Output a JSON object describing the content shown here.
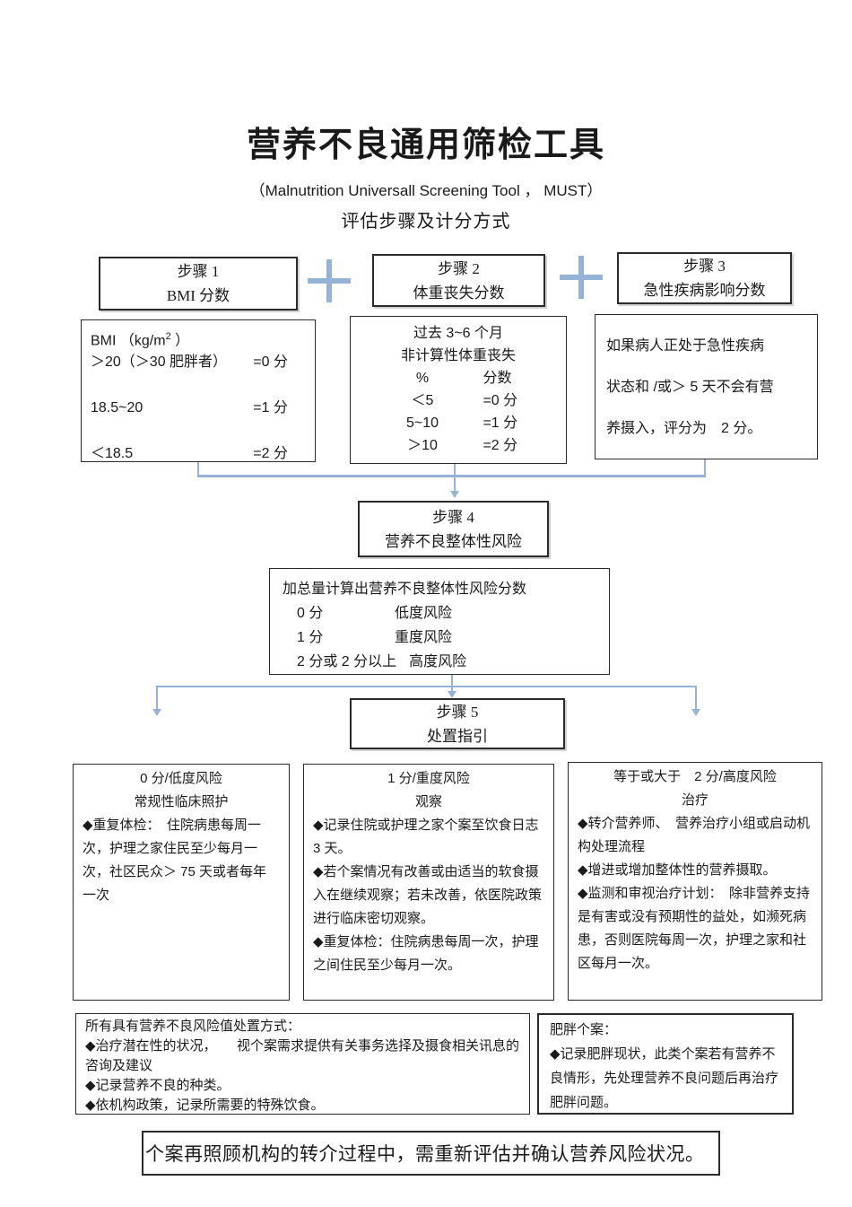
{
  "colors": {
    "connector": "#95b3d7",
    "border": "#2b2b2b",
    "text": "#1a1a1a",
    "background": "#ffffff"
  },
  "header": {
    "title": "营养不良通用筛检工具",
    "subtitle_en": "（Malnutrition Universall Screening Tool ， MUST）",
    "subtitle_zh": "评估步骤及计分方式"
  },
  "step_boxes": {
    "step1": {
      "line1": "步骤 1",
      "line2": "BMI 分数"
    },
    "step2": {
      "line1": "步骤 2",
      "line2": "体重丧失分数"
    },
    "step3": {
      "line1": "步骤 3",
      "line2": "急性疾病影响分数"
    },
    "step4": {
      "line1": "步骤 4",
      "line2": "营养不良整体性风险"
    },
    "step5": {
      "line1": "步骤 5",
      "line2": "处置指引"
    }
  },
  "plus_icon": {
    "glyph": "+"
  },
  "bmi_box": {
    "label_pre": "BMI （kg/m",
    "label_sup": "2",
    "label_post": " ）",
    "rows": [
      {
        "range": "＞20（＞30 肥胖者）",
        "score": "=0 分"
      },
      {
        "range": "18.5~20",
        "score": "=1 分"
      },
      {
        "range": "＜18.5",
        "score": "=2 分"
      }
    ]
  },
  "weight_box": {
    "line1": "过去 3~6 个月",
    "line2": "非计算性体重丧失",
    "head": {
      "col1": "%",
      "col2": "分数"
    },
    "rows": [
      {
        "range": "＜5",
        "score": "=0 分"
      },
      {
        "range": "5~10",
        "score": "=1 分"
      },
      {
        "range": "＞10",
        "score": "=2 分"
      }
    ]
  },
  "acute_box": {
    "line1": "如果病人正处于急性疾病",
    "line2": "状态和 /或＞ 5 天不会有营",
    "line3": "养摄入，评分为　2 分。"
  },
  "sum_box": {
    "title": "加总量计算出营养不良整体性风险分数",
    "rows": [
      {
        "score": "0 分",
        "risk": "低度风险"
      },
      {
        "score": "1 分",
        "risk": "重度风险"
      },
      {
        "score": "2 分或 2 分以上",
        "risk": "高度风险"
      }
    ]
  },
  "plan_columns": [
    {
      "title": "0 分/低度风险",
      "subtitle": "常规性临床照护",
      "items": [
        "◆重复体检：　住院病患每周一次，护理之家住民至少每月一次，社区民众＞ 75 天或者每年一次"
      ]
    },
    {
      "title": "1 分/重度风险",
      "subtitle": "观察",
      "items": [
        "◆记录住院或护理之家个案至饮食日志 3 天。",
        "◆若个案情况有改善或由适当的软食摄入在继续观察；若未改善，依医院政策进行临床密切观察。",
        "◆重复体检：住院病患每周一次，护理之间住民至少每月一次。"
      ]
    },
    {
      "title": "等于或大于　2 分/高度风险",
      "subtitle": "治疗",
      "items": [
        "◆转介营养师、　营养治疗小组或启动机构处理流程",
        "◆增进或增加整体性的营养摄取。",
        "◆监测和审视治疗计划：　除非营养支持是有害或没有预期性的益处，如濒死病患，否则医院每周一次，护理之家和社区每月一次。"
      ]
    }
  ],
  "all_risk_box": {
    "title": "所有具有营养不良风险值处置方式：",
    "items": [
      "◆治疗潜在性的状况，　　视个案需求提供有关事务选择及摄食相关讯息的咨询及建议",
      "◆记录营养不良的种类。",
      "◆依机构政策，记录所需要的特殊饮食。"
    ]
  },
  "obese_box": {
    "title": "肥胖个案：",
    "items": [
      "◆记录肥胖现状，此类个案若有营养不良情形，先处理营养不良问题后再治疗肥胖问题。"
    ]
  },
  "footer_note": "个案再照顾机构的转介过程中，需重新评估并确认营养风险状况。"
}
